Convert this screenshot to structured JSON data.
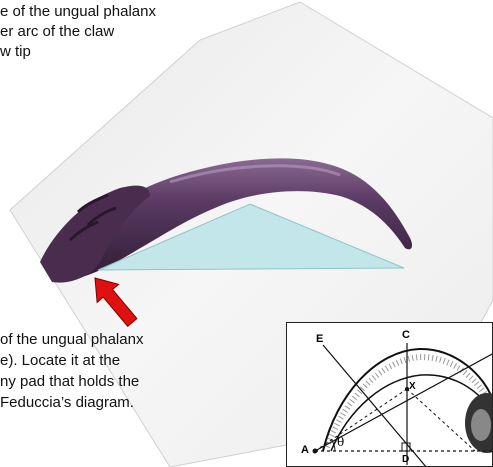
{
  "top_caption": {
    "line1": "e of the ungual phalanx",
    "line2": "er arc of the claw",
    "line3": "w tip"
  },
  "bottom_caption": {
    "line1": "of the ungual phalanx",
    "line2": "e).  Locate it at the",
    "line3": "ny pad that holds the",
    "line4": "Feduccia’s diagram."
  },
  "diagram": {
    "label_e": "E",
    "label_c": "C",
    "label_x": "X",
    "label_a": "A",
    "label_d": "D",
    "label_theta": "θ"
  },
  "colors": {
    "claw": "#5a3a63",
    "triangle": "#b9e3e6",
    "arrow": "#e01010",
    "paper": "#f2f2f2"
  }
}
